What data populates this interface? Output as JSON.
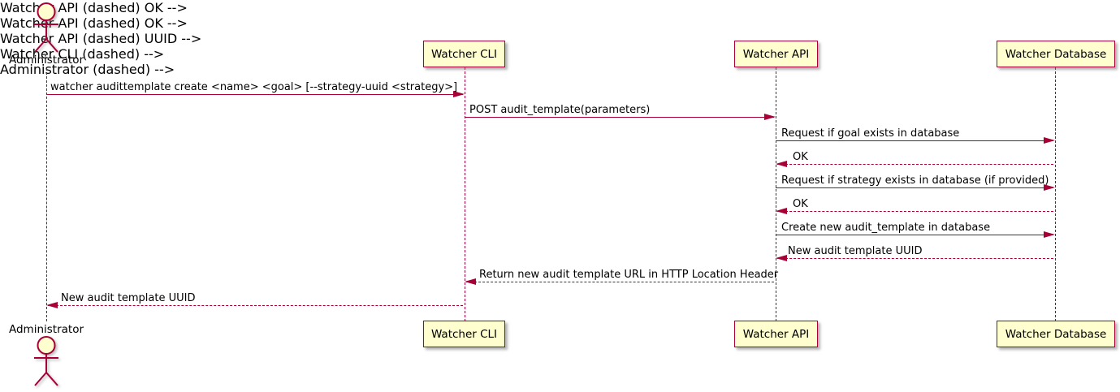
{
  "diagram": {
    "type": "uml-sequence-diagram",
    "colors": {
      "line": "#A80036",
      "participant_fill": "#FEFECE",
      "text": "#000000",
      "background": "#ffffff"
    },
    "actors": [
      {
        "name": "Administrator"
      }
    ],
    "participants": [
      {
        "label": "Watcher CLI"
      },
      {
        "label": "Watcher API"
      },
      {
        "label": "Watcher Database"
      }
    ],
    "messages": [
      {
        "from": "Administrator",
        "to": "Watcher CLI",
        "style": "solid",
        "label": "watcher audittemplate create <name> <goal> [--strategy-uuid <strategy>]"
      },
      {
        "from": "Watcher CLI",
        "to": "Watcher API",
        "style": "solid",
        "label": "POST audit_template(parameters)"
      },
      {
        "from": "Watcher API",
        "to": "Watcher Database",
        "style": "solid",
        "label": "Request if goal exists in database"
      },
      {
        "from": "Watcher Database",
        "to": "Watcher API",
        "style": "dashed",
        "label": "OK"
      },
      {
        "from": "Watcher API",
        "to": "Watcher Database",
        "style": "solid",
        "label": "Request if strategy exists in database (if provided)"
      },
      {
        "from": "Watcher Database",
        "to": "Watcher API",
        "style": "dashed",
        "label": "OK"
      },
      {
        "from": "Watcher API",
        "to": "Watcher Database",
        "style": "solid",
        "label": "Create new audit_template in database"
      },
      {
        "from": "Watcher Database",
        "to": "Watcher API",
        "style": "dashed",
        "label": "New audit template UUID"
      },
      {
        "from": "Watcher API",
        "to": "Watcher CLI",
        "style": "dashed",
        "label": "Return new audit template URL in HTTP Location Header"
      },
      {
        "from": "Watcher CLI",
        "to": "Administrator",
        "style": "dashed",
        "label": "New audit template UUID"
      }
    ]
  }
}
